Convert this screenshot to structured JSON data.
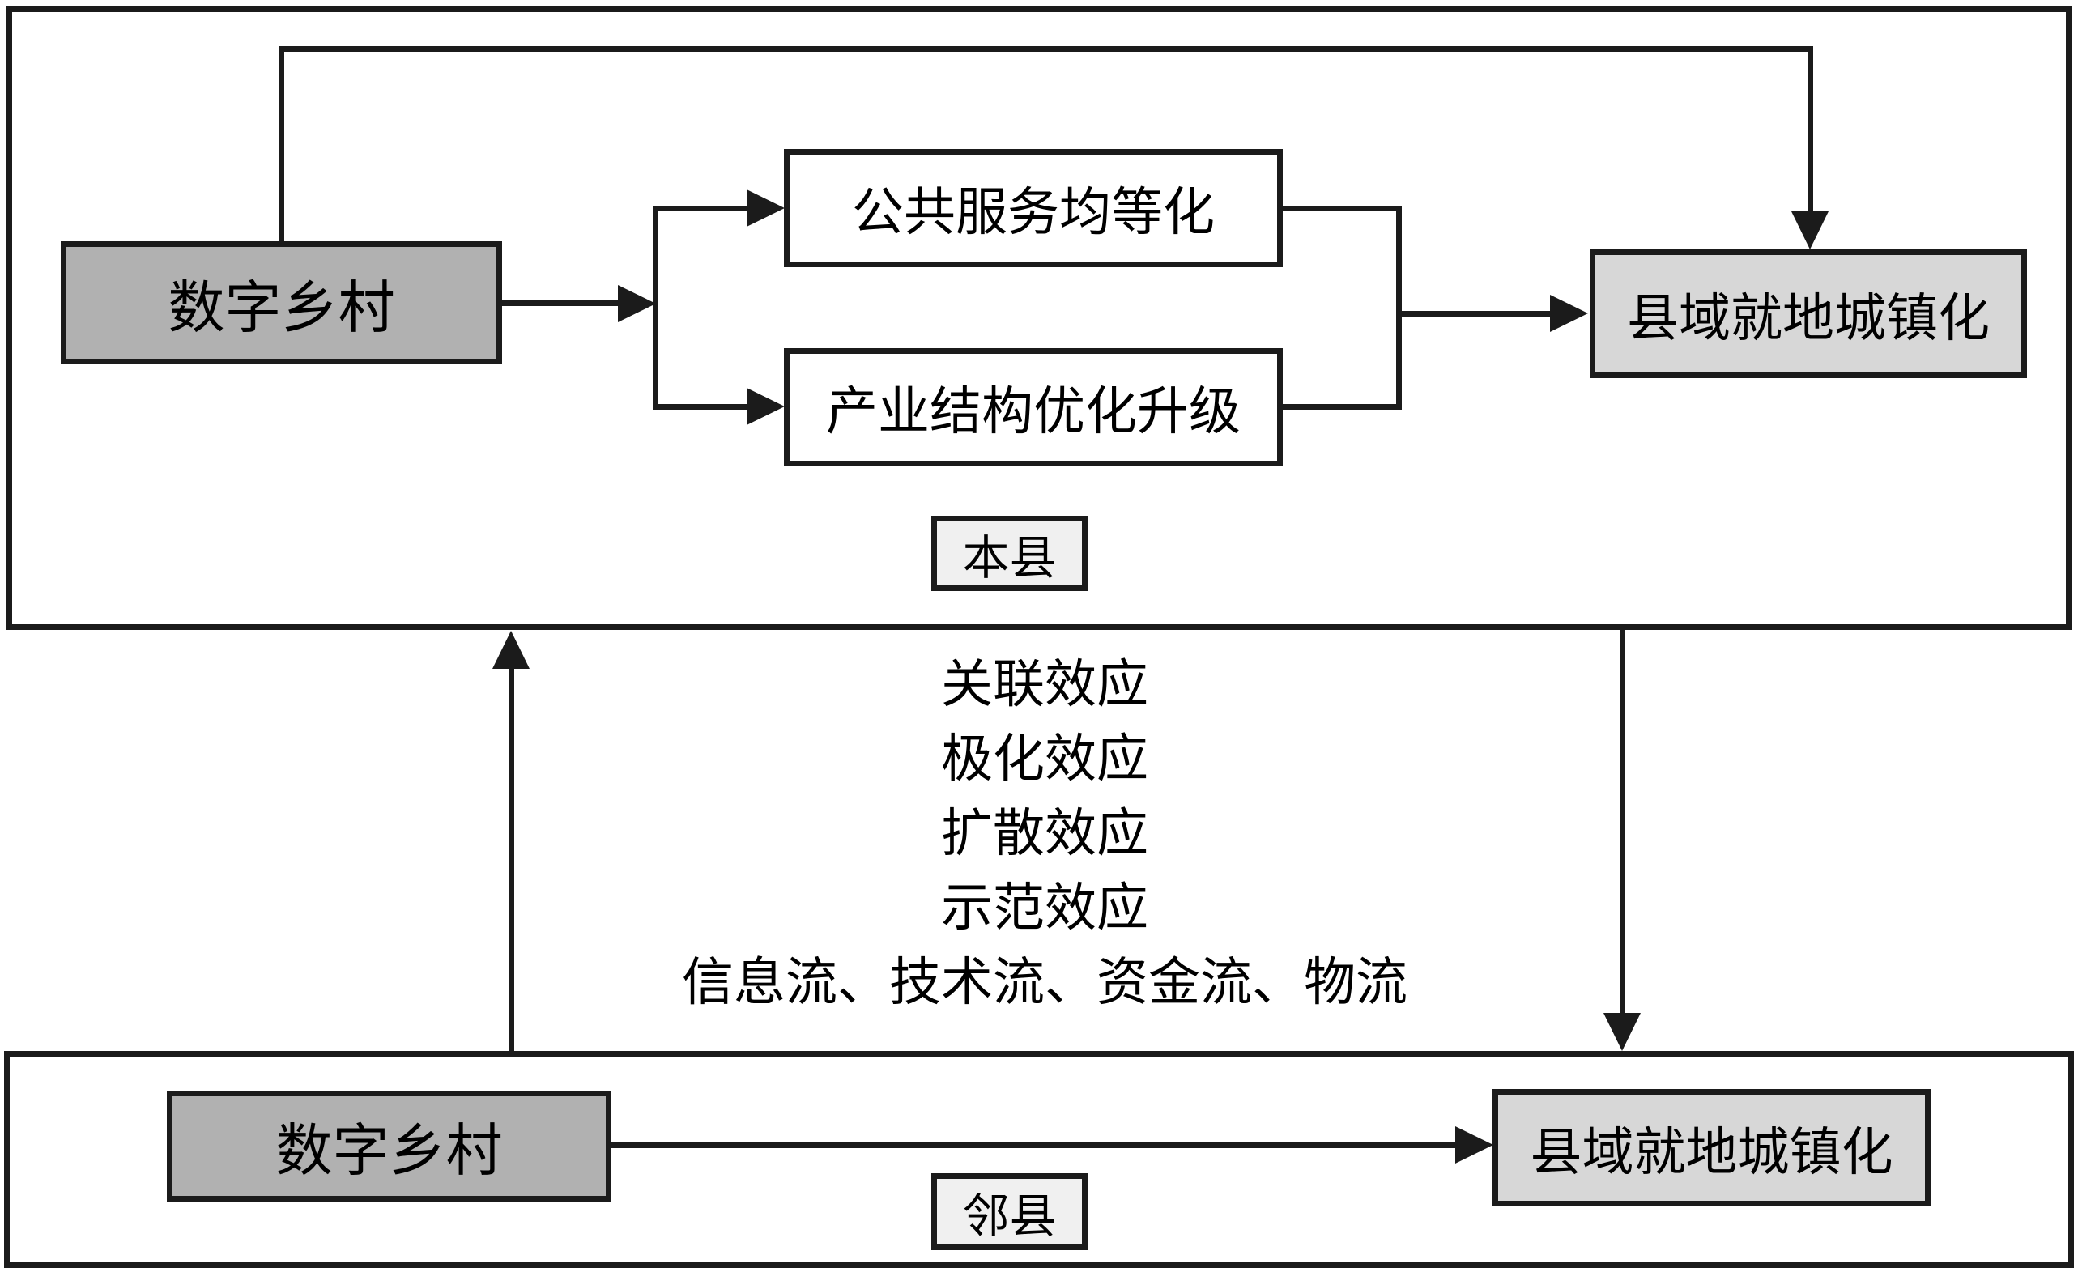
{
  "top_section": {
    "region_label": "本县",
    "nodes": {
      "digital_village": "数字乡村",
      "public_service": "公共服务均等化",
      "industrial_structure": "产业结构优化升级",
      "urbanization": "县域就地城镇化"
    }
  },
  "bottom_section": {
    "region_label": "邻县",
    "nodes": {
      "digital_village": "数字乡村",
      "urbanization": "县域就地城镇化"
    }
  },
  "spillover_text": [
    "关联效应",
    "极化效应",
    "扩散效应",
    "示范效应",
    "信息流、技术流、资金流、物流"
  ],
  "colors": {
    "digital_village_fill": "#b1b1b1",
    "urbanization_fill": "#d7d7d7",
    "region_label_fill": "#f0f0f0",
    "intermediate_fill": "#ffffff",
    "line_color": "#1b1b1b"
  }
}
